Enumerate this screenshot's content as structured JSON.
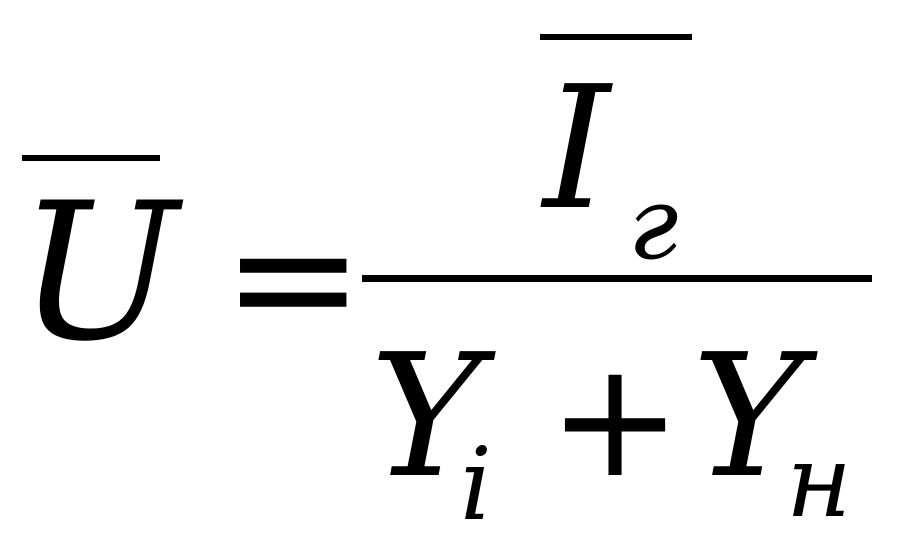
{
  "formula": {
    "lhs": {
      "variable": "U"
    },
    "equals": "=",
    "numerator": {
      "variable": "I",
      "subscript": "г"
    },
    "denominator": {
      "term1": {
        "variable": "Y",
        "subscript": "i"
      },
      "operator": "+",
      "term2": {
        "variable": "Y",
        "subscript": "н"
      }
    }
  }
}
